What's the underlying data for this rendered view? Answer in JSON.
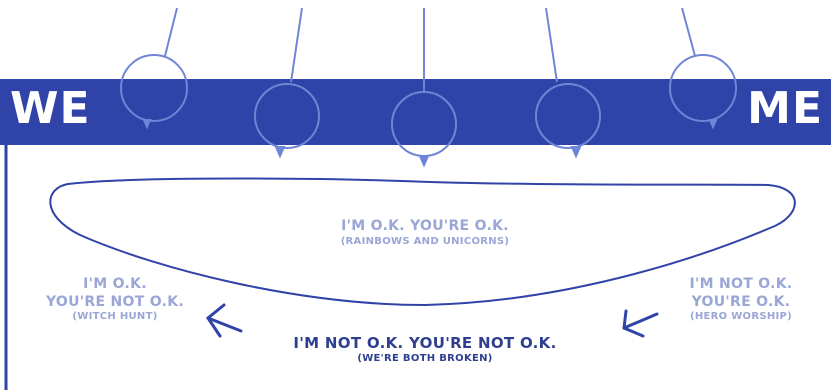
{
  "banner": {
    "left": "WE",
    "right": "ME"
  },
  "center_label": {
    "title": "I'M O.K. YOU'RE O.K.",
    "subtitle": "(RAINBOWS AND UNICORNS)"
  },
  "left_label": {
    "line1": "I'M O.K.",
    "line2": "YOU'RE NOT O.K.",
    "subtitle": "(WITCH HUNT)"
  },
  "right_label": {
    "line1": "I'M NOT O.K.",
    "line2": "YOU'RE O.K.",
    "subtitle": "(HERO WORSHIP)"
  },
  "bottom_label": {
    "title": "I'M NOT O.K. YOU'RE NOT O.K.",
    "subtitle": "(WE'RE BOTH BROKEN)"
  },
  "colors": {
    "banner": "#2f43a8",
    "line": "#5a6fc4",
    "text_light": "#9aa6d6",
    "text_dark": "#2f3f8f"
  }
}
